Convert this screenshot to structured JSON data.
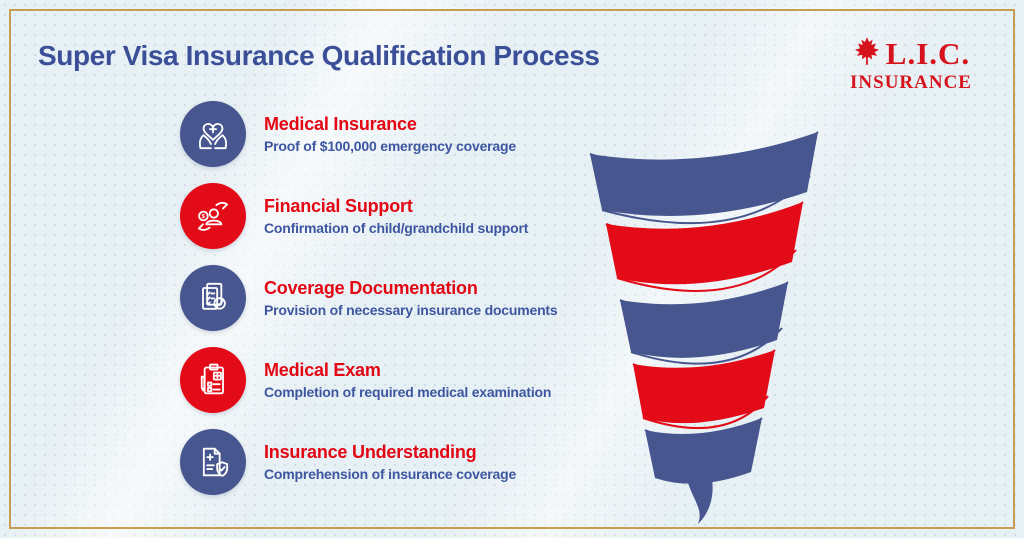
{
  "header": {
    "title": "Super Visa Insurance Qualification Process"
  },
  "logo": {
    "name": "L.I.C.",
    "tagline": "INSURANCE",
    "icon": "maple-leaf-icon",
    "color": "#d6121c"
  },
  "steps": [
    {
      "title": "Medical Insurance",
      "description": "Proof of $100,000 emergency coverage",
      "icon": "hands-holding-medical-heart-icon",
      "badge_color": "#47568f"
    },
    {
      "title": "Financial Support",
      "description": "Confirmation of child/grandchild support",
      "icon": "hands-person-dollar-icon",
      "badge_color": "#e30b17"
    },
    {
      "title": "Coverage Documentation",
      "description": "Provision of necessary insurance documents",
      "icon": "documents-checkmark-icon",
      "badge_color": "#47568f"
    },
    {
      "title": "Medical Exam",
      "description": "Completion of required medical examination",
      "icon": "medical-clipboard-icon",
      "badge_color": "#e30b17"
    },
    {
      "title": "Insurance Understanding",
      "description": "Comprehension of insurance coverage",
      "icon": "policy-shield-check-icon",
      "badge_color": "#47568f"
    }
  ],
  "funnel": {
    "type": "funnel",
    "description": "Five-stage spiral funnel, one band per qualification step, wide at top narrowing to a tail at bottom",
    "bands": [
      {
        "step": 1,
        "color": "#47568f"
      },
      {
        "step": 2,
        "color": "#e30b17"
      },
      {
        "step": 3,
        "color": "#47568f"
      },
      {
        "step": 4,
        "color": "#e30b17"
      },
      {
        "step": 5,
        "color": "#47568f"
      }
    ],
    "tail_color": "#47568f"
  },
  "colors": {
    "background": "#e7f0f4",
    "frame_gold": "#c59e52",
    "title_blue": "#3a4f97",
    "step_title_red": "#e30613",
    "step_desc_blue": "#3d56a0"
  }
}
